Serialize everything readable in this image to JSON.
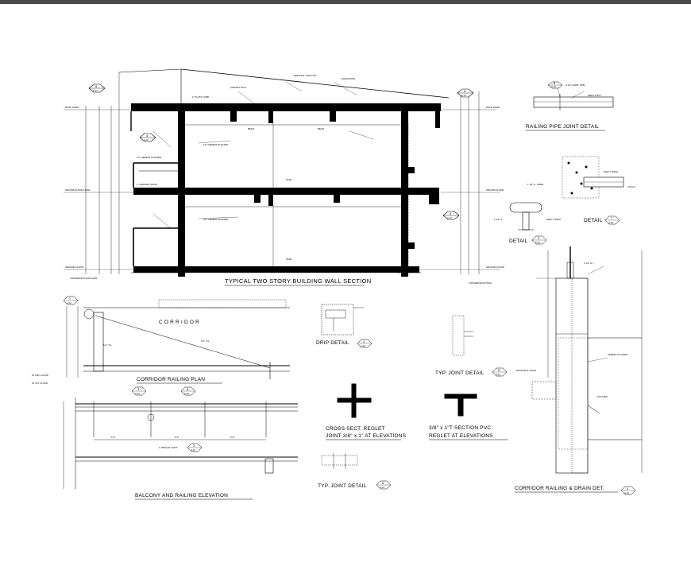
{
  "drawing": {
    "titles": {
      "wall_section": "TYPICAL TWO STORY BUILDING WALL SECTION",
      "railing_pipe_joint": "RAILING PIPE JOINT DETAIL",
      "detail_7": "DETAIL",
      "detail_3": "DETAIL",
      "corridor_railing_plan": "CORRIDOR RAILING PLAN",
      "drip_detail": "DRIP DETAIL",
      "typ_joint_detail_top": "TYP. JOINT DETAIL",
      "cross_sect_line1": "CROSS SECT. REGLET",
      "cross_sect_line2": "JOINT 3/8\" x 1\" AT ELEVATIONS",
      "pvc_line1": "3/8\" x 1\"T     SECTION PVC",
      "pvc_line2": "REGLET AT ELEVATIONS",
      "typ_joint_detail_bottom": "TYP. JOINT DETAIL",
      "balcony_railing_elevation": "BALCONY AND RAILING ELEVATION",
      "corridor_railing_drain": "CORRIDOR RAILING & DRAIN DET.",
      "corridor_label": "C O R R I D O R"
    },
    "bubbles": {
      "section_top_left": {
        "num": "5",
        "sheet": "A-12"
      },
      "section_top_right": {
        "num": "5",
        "sheet": "A-12"
      },
      "section_mid_left": {
        "num": "4",
        "sheet": "A-12"
      },
      "section_mid_right": {
        "num": "4",
        "sheet": "A-12"
      },
      "railing_pipe": {
        "num": "8",
        "sheet": "A-12"
      },
      "detail_7": {
        "num": "7",
        "sheet": "A-12"
      },
      "detail_3": {
        "num": "3",
        "sheet": "A-12"
      },
      "drip": {
        "num": "4",
        "sheet": "A-12"
      },
      "typ_joint_top": {
        "num": "5",
        "sheet": "A-12"
      },
      "typ_joint_bottom": {
        "num": "6",
        "sheet": "A-12"
      },
      "corridor_drain": {
        "num": "1",
        "sheet": "A-12"
      },
      "plan_top": {
        "num": "7",
        "sheet": "A-12"
      },
      "elev_a": {
        "num": "3",
        "sheet": "A-12"
      },
      "elev_b": {
        "num": "8",
        "sheet": "A-12"
      },
      "elev_c": {
        "num": "2",
        "sheet": "A-12"
      }
    }
  }
}
